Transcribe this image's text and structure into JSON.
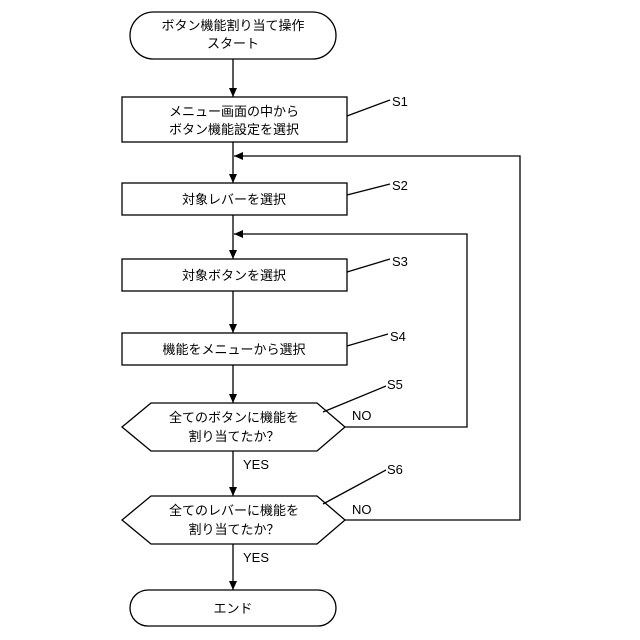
{
  "flowchart": {
    "start": {
      "line1": "ボタン機能割り当て操作",
      "line2": "スタート"
    },
    "s1": {
      "line1": "メニュー画面の中から",
      "line2": "ボタン機能設定を選択",
      "step": "S1"
    },
    "s2": {
      "text": "対象レバーを選択",
      "step": "S2"
    },
    "s3": {
      "text": "対象ボタンを選択",
      "step": "S3"
    },
    "s4": {
      "text": "機能をメニューから選択",
      "step": "S4"
    },
    "s5": {
      "line1": "全てのボタンに機能を",
      "line2": "割り当てたか？",
      "step": "S5",
      "yes": "YES",
      "no": "NO"
    },
    "s6": {
      "line1": "全てのレバーに機能を",
      "line2": "割り当てたか？",
      "step": "S6",
      "yes": "YES",
      "no": "NO"
    },
    "end": {
      "text": "エンド"
    }
  }
}
